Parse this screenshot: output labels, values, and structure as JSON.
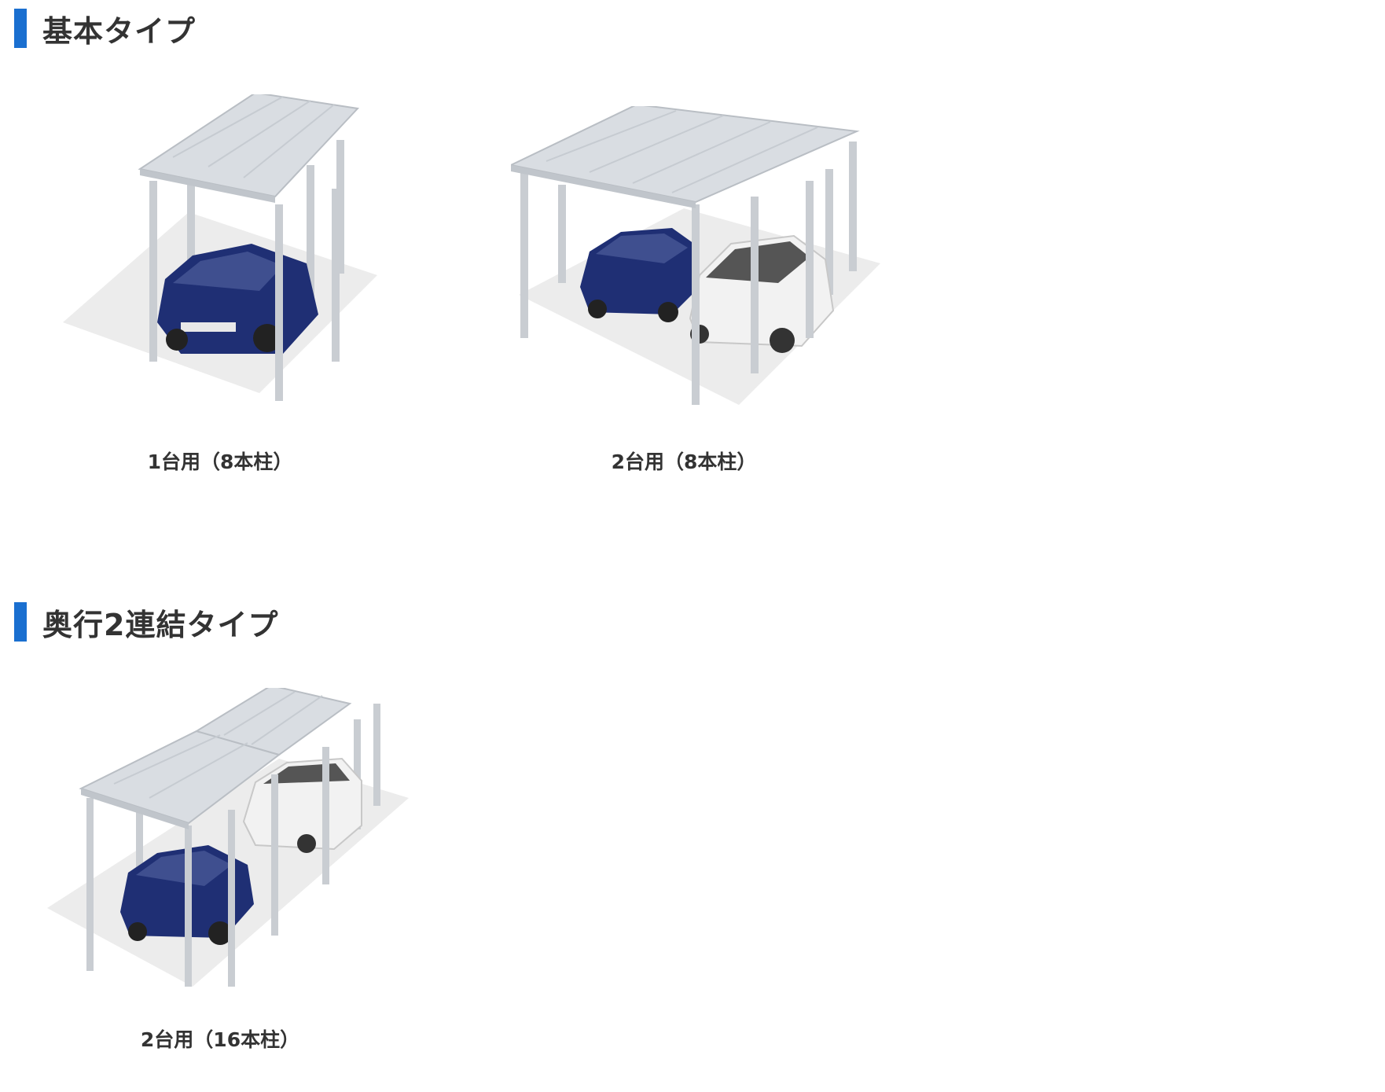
{
  "sections": [
    {
      "title": "基本タイプ",
      "products": [
        {
          "caption": "1台用（8本柱）",
          "image": "carport-1-car-8-posts"
        },
        {
          "caption": "2台用（8本柱）",
          "image": "carport-2-car-8-posts"
        }
      ]
    },
    {
      "title": "奥行2連結タイプ",
      "products": [
        {
          "caption": "2台用（16本柱）",
          "image": "carport-2-car-tandem-16-posts"
        }
      ]
    }
  ],
  "colors": {
    "accent_bar": "#1a6fd0",
    "text": "#333333",
    "car_blue": "#1f2f74",
    "car_white": "#f2f2f2",
    "roof": "#d9dde2",
    "post": "#c9cdd2",
    "ground": "#ececec"
  }
}
